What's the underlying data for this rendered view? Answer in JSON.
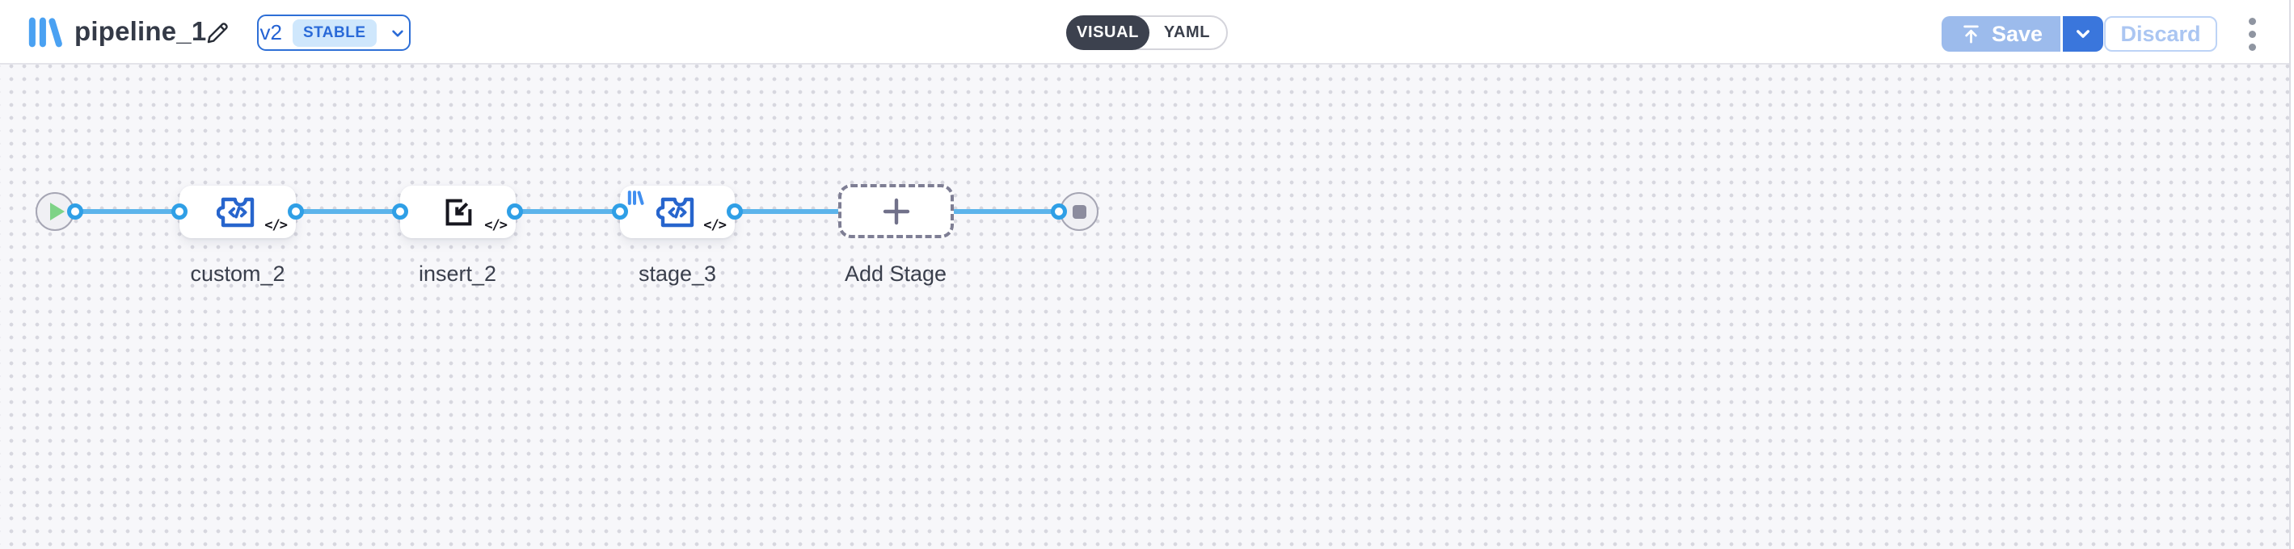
{
  "header": {
    "title": "pipeline_1",
    "version": {
      "label": "v2",
      "status": "STABLE"
    },
    "view_toggle": {
      "visual": "VISUAL",
      "yaml": "YAML"
    },
    "actions": {
      "save": "Save",
      "discard": "Discard"
    }
  },
  "pipeline": {
    "nodes": [
      {
        "id": "start",
        "type": "start-node",
        "icon": "play-icon"
      },
      {
        "id": "custom_2",
        "type": "stage",
        "label": "custom_2",
        "icon": "puzzle-code-icon",
        "badge": "</>"
      },
      {
        "id": "insert_2",
        "type": "stage",
        "label": "insert_2",
        "icon": "import-icon",
        "badge": "</>"
      },
      {
        "id": "stage_3",
        "type": "stage",
        "label": "stage_3",
        "icon": "puzzle-code-icon",
        "badge": "</>",
        "library_mark": true
      },
      {
        "id": "add_stage",
        "type": "add-stage",
        "label": "Add Stage",
        "icon": "plus-icon"
      },
      {
        "id": "end",
        "type": "end-node",
        "icon": "stop-icon"
      }
    ]
  },
  "colors": {
    "accent_blue": "#3a76dc",
    "save_disabled_blue": "#9cbbec",
    "discard_text": "#abc6f2",
    "version_blue": "#2563d4",
    "badge_bg": "#cfe7fc",
    "toggle_dark": "#3c414e",
    "edge_blue": "#5cb4eb",
    "handle_blue": "#2f9fe6",
    "logo_blue": "#4aa1f2",
    "node_icon_blue": "#2765cd",
    "play_green": "#7ed387",
    "stop_gray": "#8c8c9e",
    "canvas_bg": "#f7f7fa",
    "dot_color": "#d7d7df"
  }
}
